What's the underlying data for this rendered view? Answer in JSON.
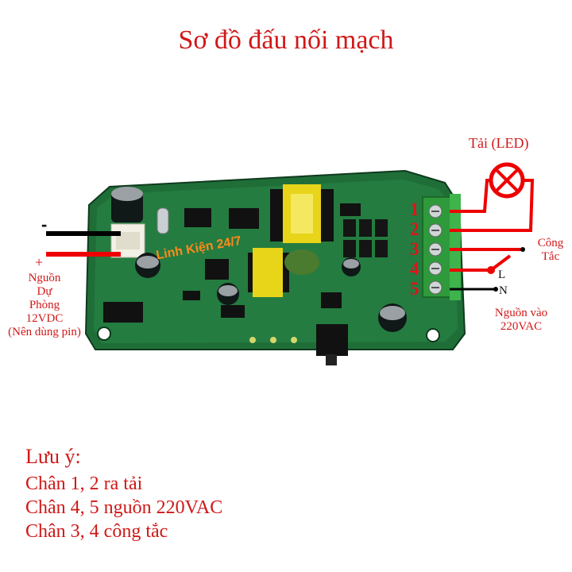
{
  "title": "Sơ đồ đấu nối mạch",
  "load_label": "Tải (LED)",
  "terminal_numbers": [
    "1",
    "2",
    "3",
    "4",
    "5"
  ],
  "switch_label": [
    "Công",
    "Tắc"
  ],
  "line_L": "L",
  "line_N": "N",
  "ac_input": [
    "Nguồn vào",
    "220VAC"
  ],
  "backup": {
    "minus": "-",
    "plus": "+",
    "lines": [
      "Nguồn",
      "Dự",
      "Phòng",
      "12VDC",
      "(Nên dùng pin)"
    ]
  },
  "watermark": "Linh Kiện 24/7",
  "notes": {
    "heading": "Lưu ý:",
    "items": [
      "Chân 1, 2 ra tải",
      "Chân 4, 5 nguồn 220VAC",
      "Chân 3, 4 công tắc"
    ]
  }
}
